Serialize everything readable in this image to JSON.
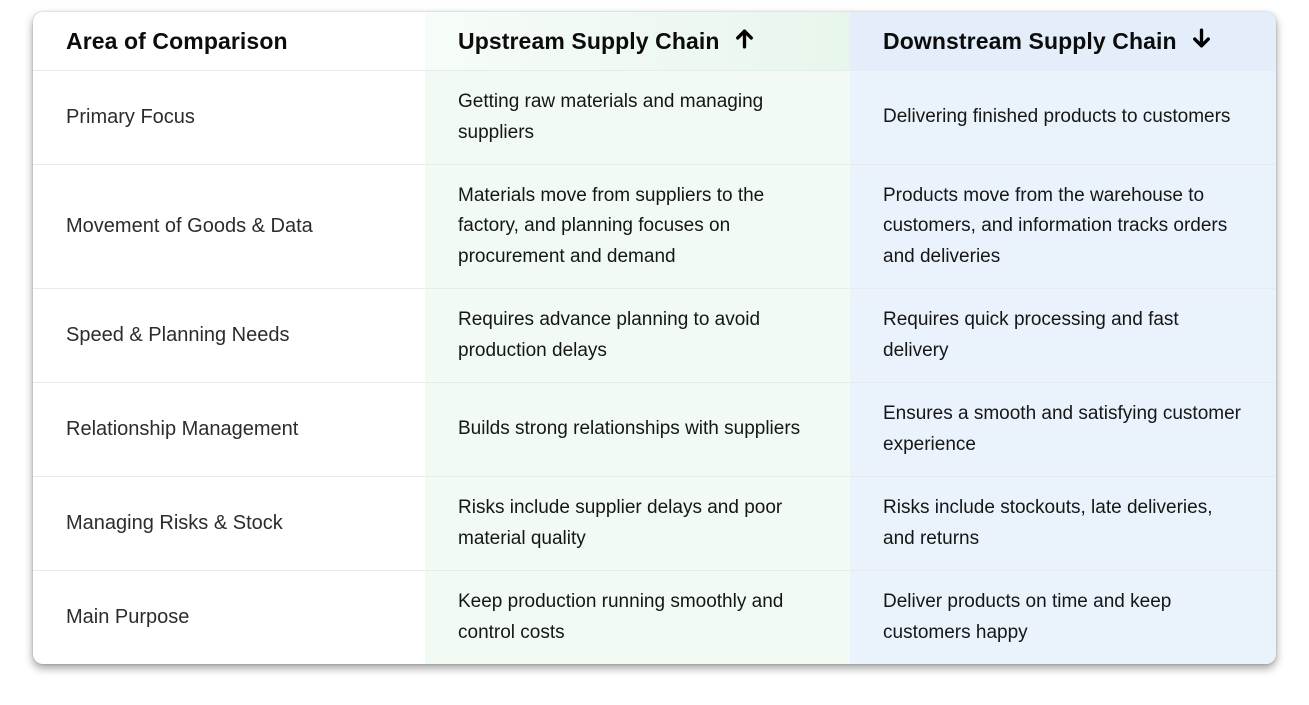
{
  "colors": {
    "upstream_column_tint": "#f2faf4",
    "upstream_header_tint": "#e7f6ec",
    "downstream_column_tint": "#eaf3fb",
    "downstream_header_tint": "#e3eefa",
    "row_divider": "#e8eaec",
    "text": "#161616"
  },
  "table": {
    "headers": [
      {
        "label": "Area of Comparison",
        "icon": "none"
      },
      {
        "label": "Upstream Supply Chain",
        "icon": "arrow-up"
      },
      {
        "label": "Downstream Supply Chain",
        "icon": "arrow-down"
      }
    ],
    "rows": [
      {
        "area": "Primary Focus",
        "upstream": "Getting raw materials and managing suppliers",
        "downstream": "Delivering finished products to customers"
      },
      {
        "area": "Movement of Goods & Data",
        "upstream": "Materials move from suppliers to the factory, and planning focuses on procurement and demand",
        "downstream": "Products move from the warehouse to customers, and information tracks orders and deliveries"
      },
      {
        "area": "Speed & Planning Needs",
        "upstream": "Requires advance planning to avoid production delays",
        "downstream": "Requires quick processing and fast delivery"
      },
      {
        "area": "Relationship Management",
        "upstream": "Builds strong relationships with suppliers",
        "downstream": "Ensures a smooth and satisfying customer experience"
      },
      {
        "area": "Managing Risks & Stock",
        "upstream": "Risks include supplier delays and poor material quality",
        "downstream": "Risks include stockouts, late deliveries, and returns"
      },
      {
        "area": "Main Purpose",
        "upstream": "Keep production running smoothly and control costs",
        "downstream": "Deliver products on time and keep customers happy"
      }
    ]
  }
}
